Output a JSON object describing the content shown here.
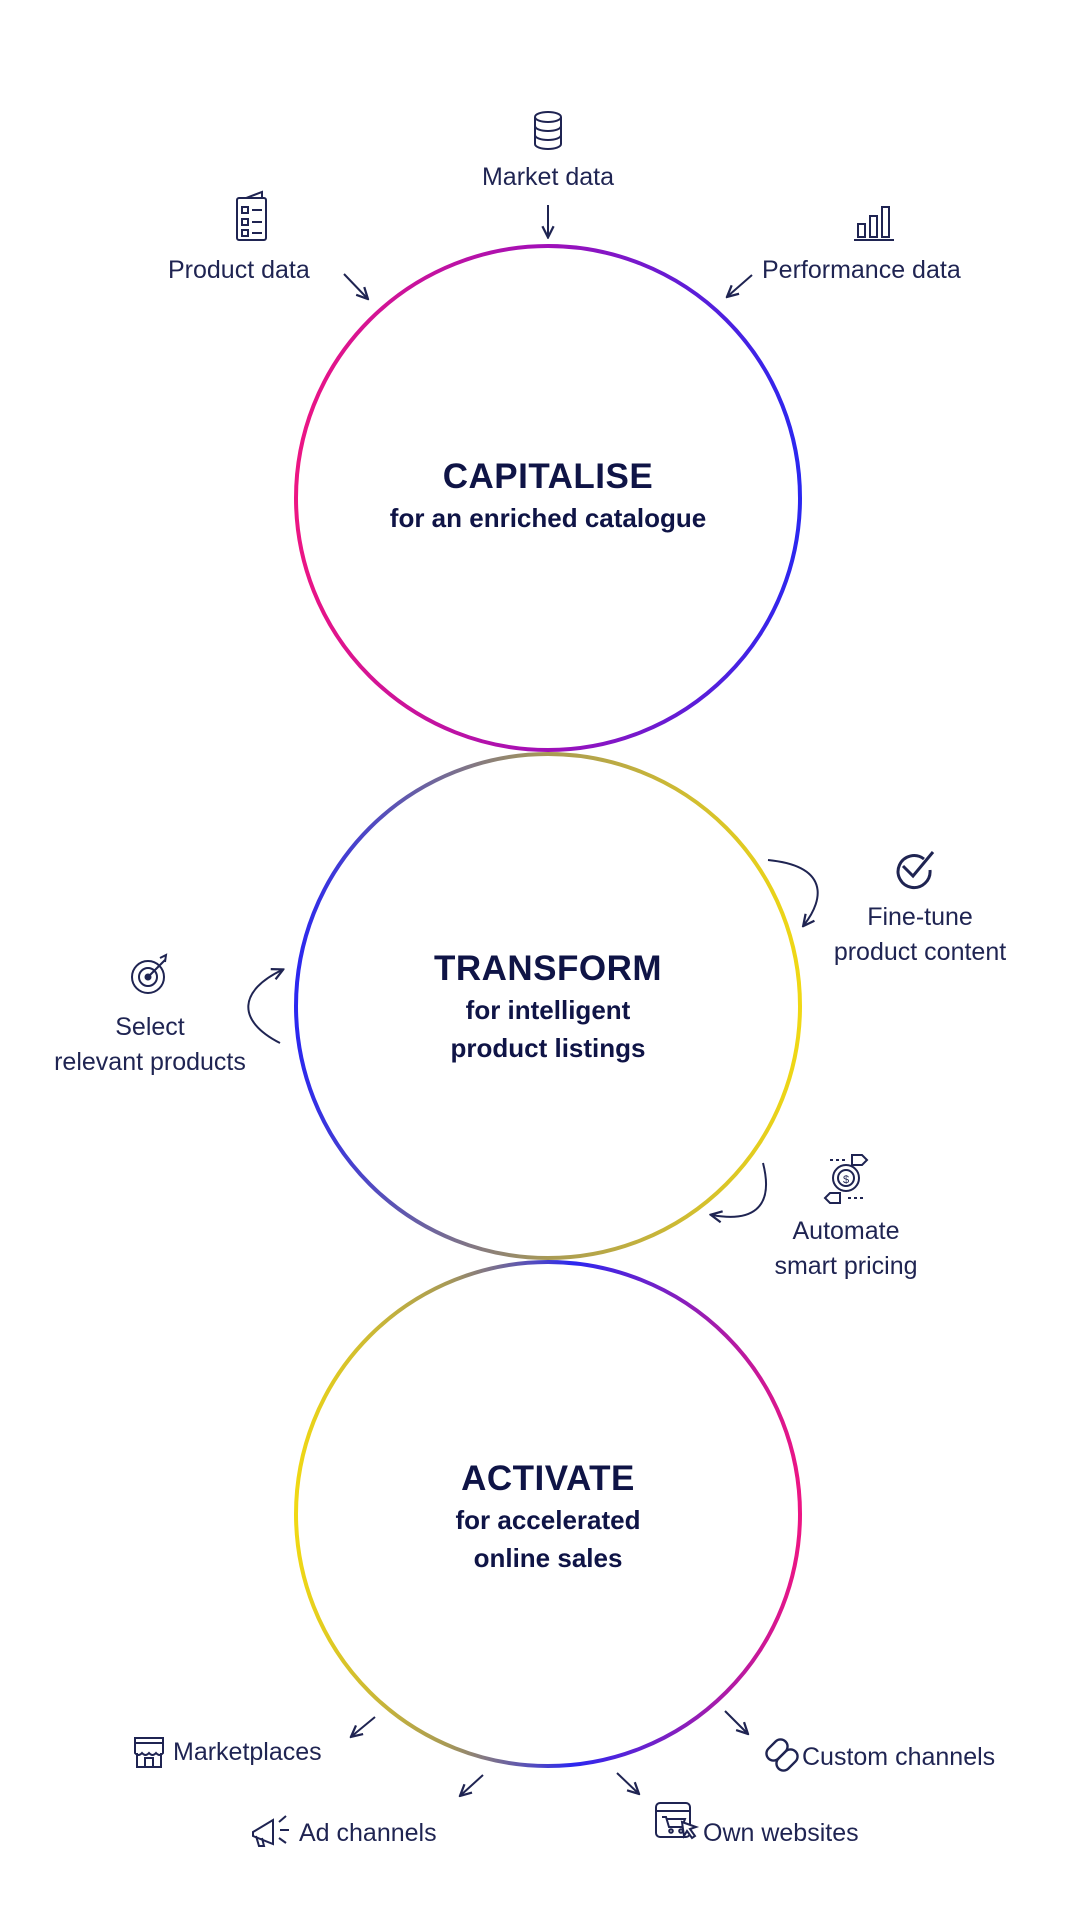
{
  "stages": [
    {
      "title": "CAPITALISE",
      "subtitle_lines": [
        "for an enriched catalogue"
      ]
    },
    {
      "title": "TRANSFORM",
      "subtitle_lines": [
        "for intelligent",
        "product listings"
      ]
    },
    {
      "title": "ACTIVATE",
      "subtitle_lines": [
        "for accelerated",
        "online sales"
      ]
    }
  ],
  "inputs": {
    "market": "Market data",
    "product": "Product data",
    "performance": "Performance data"
  },
  "transform_steps": {
    "fine_tune": [
      "Fine-tune",
      "product content"
    ],
    "select": [
      "Select",
      "relevant products"
    ],
    "pricing": [
      "Automate",
      "smart pricing"
    ]
  },
  "outputs": {
    "marketplaces": "Marketplaces",
    "ad_channels": "Ad channels",
    "own_websites": "Own websites",
    "custom_channels": "Custom channels"
  },
  "colors": {
    "text": "#1f2452",
    "title": "#0f1446",
    "magenta": "#ec1584",
    "purple": "#a010b8",
    "blue": "#2b27f0",
    "yellow": "#f0d814",
    "olive": "#a89a55"
  }
}
